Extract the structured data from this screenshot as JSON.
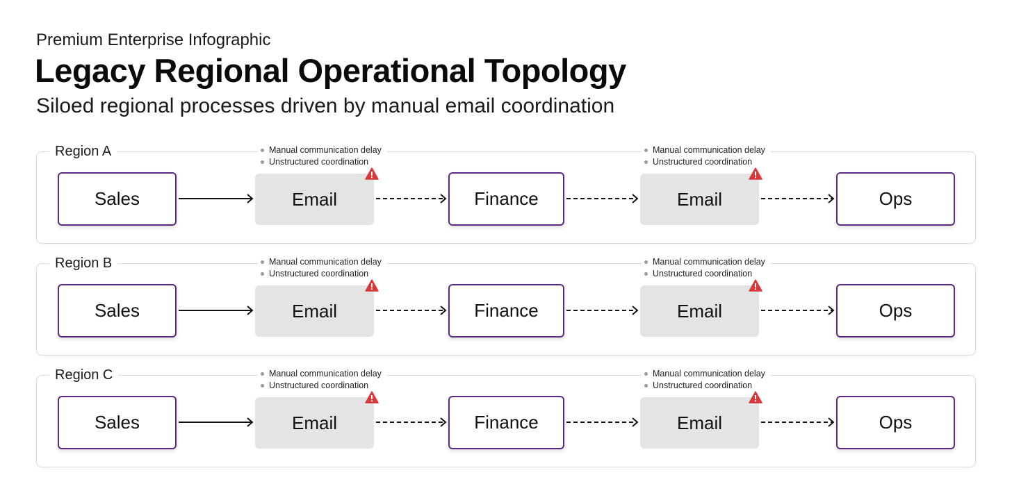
{
  "header": {
    "kicker": "Premium Enterprise Infographic",
    "title": "Legacy Regional Operational Topology",
    "subtitle": "Siloed regional processes driven by manual email coordination"
  },
  "colors": {
    "process_border": "#5b2a86",
    "email_fill": "#e4e4e4",
    "warning": "#d9373a",
    "region_border": "#dcdcdc"
  },
  "regions": [
    {
      "label": "Region A",
      "nodes": [
        "Sales",
        "Email",
        "Finance",
        "Email",
        "Ops"
      ],
      "notes": [
        [
          "Manual communication delay",
          "Unstructured coordination"
        ],
        [
          "Manual communication delay",
          "Unstructured coordination"
        ]
      ]
    },
    {
      "label": "Region B",
      "nodes": [
        "Sales",
        "Email",
        "Finance",
        "Email",
        "Ops"
      ],
      "notes": [
        [
          "Manual communication delay",
          "Unstructured coordination"
        ],
        [
          "Manual communication delay",
          "Unstructured coordination"
        ]
      ]
    },
    {
      "label": "Region C",
      "nodes": [
        "Sales",
        "Email",
        "Finance",
        "Email",
        "Ops"
      ],
      "notes": [
        [
          "Manual communication delay",
          "Unstructured coordination"
        ],
        [
          "Manual communication delay",
          "Unstructured coordination"
        ]
      ]
    }
  ],
  "icons": {
    "warning": "warning-triangle-icon",
    "arrow_solid": "solid-arrow",
    "arrow_dashed": "dashed-arrow"
  }
}
